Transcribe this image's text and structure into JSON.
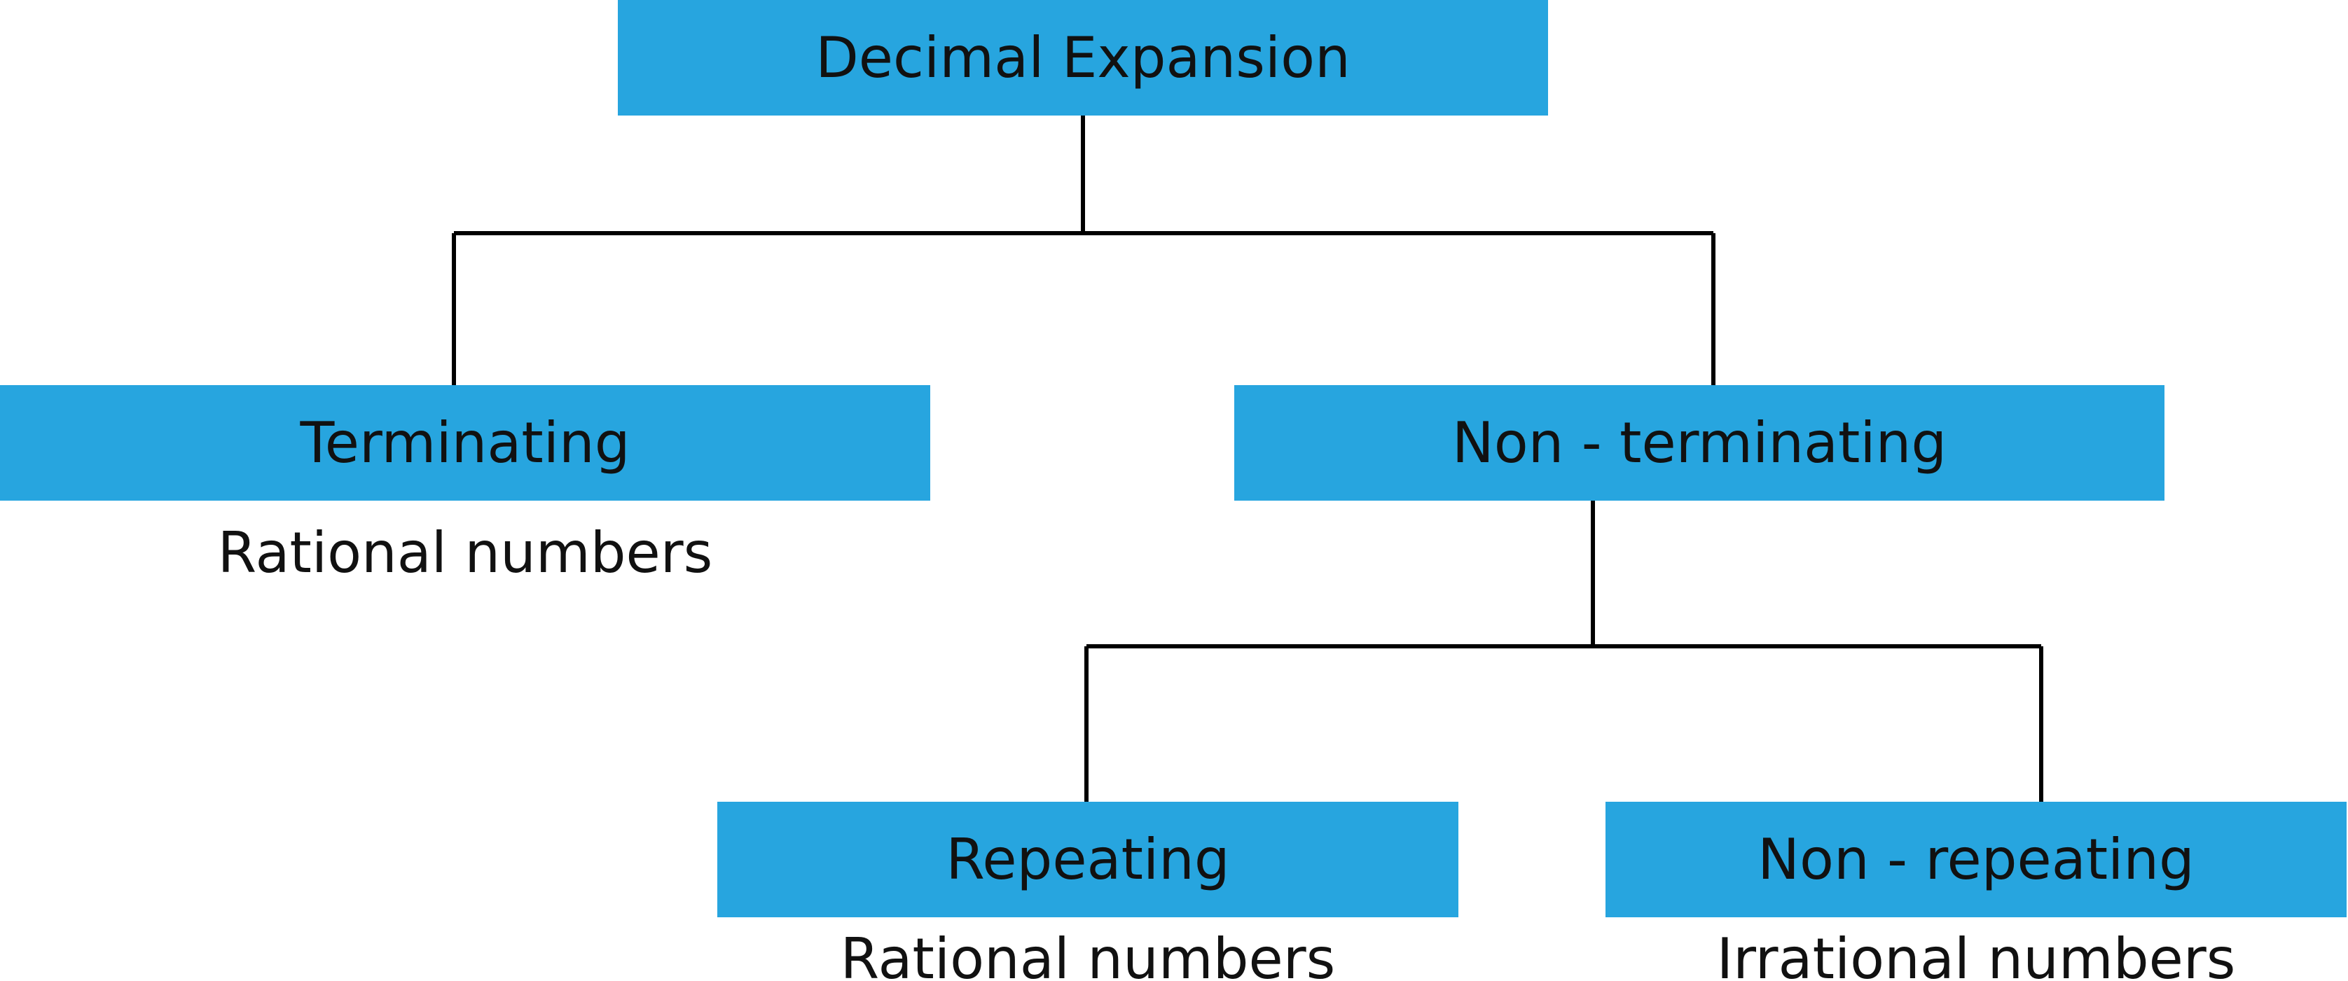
{
  "diagram": {
    "nodes": {
      "root": "Decimal Expansion",
      "terminating": "Terminating",
      "non_terminating": "Non - terminating",
      "repeating": "Repeating",
      "non_repeating": "Non - repeating"
    },
    "captions": {
      "terminating": "Rational numbers",
      "repeating": "Rational numbers",
      "non_repeating": "Irrational numbers"
    },
    "edges": [
      [
        "root",
        "terminating"
      ],
      [
        "root",
        "non_terminating"
      ],
      [
        "non_terminating",
        "repeating"
      ],
      [
        "non_terminating",
        "non_repeating"
      ]
    ],
    "colors": {
      "box_fill": "#27a5df",
      "text": "#111111",
      "connector": "#000000",
      "background": "#ffffff"
    }
  }
}
